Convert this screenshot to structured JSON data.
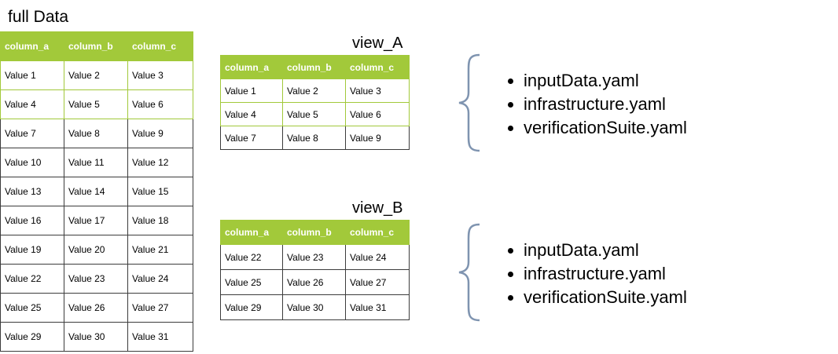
{
  "full": {
    "title": "full Data",
    "headers": [
      "column_a",
      "column_b",
      "column_c"
    ],
    "rows": [
      [
        "Value 1",
        "Value 2",
        "Value 3"
      ],
      [
        "Value 4",
        "Value 5",
        "Value 6"
      ],
      [
        "Value 7",
        "Value 8",
        "Value 9"
      ],
      [
        "Value 10",
        "Value 11",
        "Value 12"
      ],
      [
        "Value 13",
        "Value 14",
        "Value 15"
      ],
      [
        "Value 16",
        "Value 17",
        "Value 18"
      ],
      [
        "Value 19",
        "Value 20",
        "Value 21"
      ],
      [
        "Value 22",
        "Value 23",
        "Value 24"
      ],
      [
        "Value 25",
        "Value 26",
        "Value 27"
      ],
      [
        "Value 29",
        "Value 30",
        "Value 31"
      ]
    ]
  },
  "view_a": {
    "title": "view_A",
    "headers": [
      "column_a",
      "column_b",
      "column_c"
    ],
    "rows": [
      [
        "Value 1",
        "Value 2",
        "Value 3"
      ],
      [
        "Value 4",
        "Value 5",
        "Value 6"
      ],
      [
        "Value 7",
        "Value 8",
        "Value 9"
      ]
    ],
    "files": [
      "inputData.yaml",
      "infrastructure.yaml",
      "verificationSuite.yaml"
    ]
  },
  "view_b": {
    "title": "view_B",
    "headers": [
      "column_a",
      "column_b",
      "column_c"
    ],
    "rows": [
      [
        "Value 22",
        "Value 23",
        "Value 24"
      ],
      [
        "Value 25",
        "Value 26",
        "Value 27"
      ],
      [
        "Value 29",
        "Value 30",
        "Value 31"
      ]
    ],
    "files": [
      "inputData.yaml",
      "infrastructure.yaml",
      "verificationSuite.yaml"
    ]
  },
  "colors": {
    "header": "#a2c93a",
    "border": "#3c3c3c",
    "brace": "#7f94b0"
  }
}
